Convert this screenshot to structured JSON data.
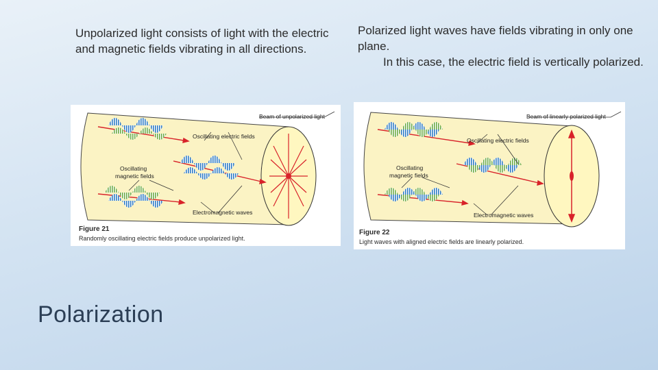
{
  "left_text": {
    "paragraph": "Unpolarized light consists of light with the electric and magnetic fields vibrating in all directions."
  },
  "right_text": {
    "line1": "Polarized light waves have fields vibrating in only one plane.",
    "line2": "In this case, the electric field is vertically polarized."
  },
  "slide_title": "Polarization",
  "figure_left": {
    "beam_label": "Beam of unpolarized light",
    "electric_label": "Oscillating electric fields",
    "magnetic_label_line1": "Oscillating",
    "magnetic_label_line2": "magnetic fields",
    "em_label": "Electromagnetic waves",
    "figure_number": "Figure 21",
    "caption": "Randomly oscillating electric fields produce unpolarized light."
  },
  "figure_right": {
    "beam_label": "Beam of linearly polarized light",
    "electric_label": "Oscillating electric fields",
    "magnetic_label_line1": "Oscillating",
    "magnetic_label_line2": "magnetic fields",
    "em_label": "Electromagnetic waves",
    "figure_number": "Figure 22",
    "caption": "Light waves with aligned electric fields are linearly polarized."
  },
  "colors": {
    "cylinder": "#fbf3c4",
    "disk": "#fff7c0",
    "beam": "#d8232a",
    "wave_blue": "#2e7bc4",
    "wave_green": "#6cab45"
  }
}
